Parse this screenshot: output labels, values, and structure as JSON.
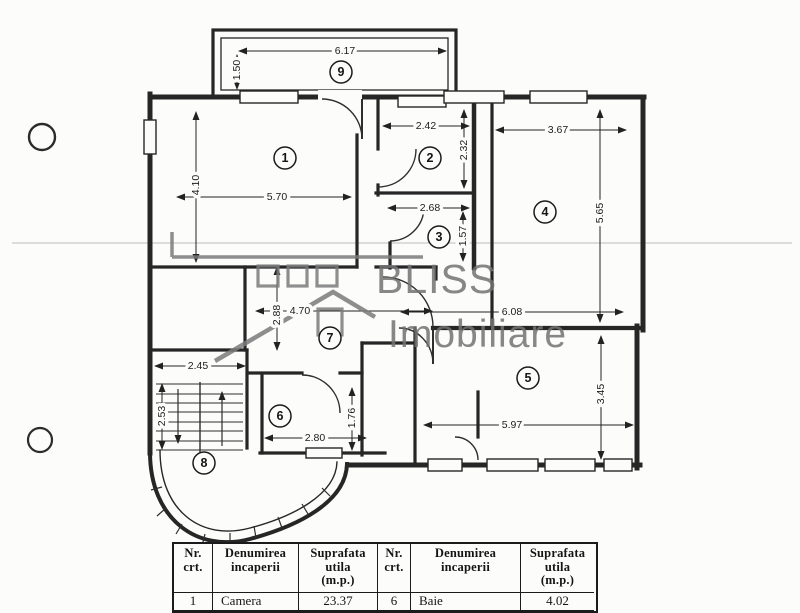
{
  "logo": {
    "name": "BLISS",
    "tagline": "Imobiliare"
  },
  "plan": {
    "room_numbers": [
      "1",
      "2",
      "3",
      "4",
      "5",
      "6",
      "7",
      "8",
      "9"
    ],
    "dims": {
      "room9_width": "6.17",
      "room9_depth": "1.50",
      "room1_height": "4.10",
      "room1_width": "5.70",
      "room2_width": "2.42",
      "room2_height": "2.32",
      "room3_width": "2.68",
      "room3_height": "1.57",
      "room4_width": "3.67",
      "room4_height": "5.65",
      "room5_top_width": "6.08",
      "room5_height": "3.45",
      "room5_bottom_width": "5.97",
      "room6_width": "2.80",
      "room6_height": "1.76",
      "hall_width": "4.70",
      "hall_height": "2.88",
      "stairs_width": "2.45",
      "stairs_height": "2.53"
    }
  },
  "table": {
    "headers": [
      {
        "lines": [
          "Nr.",
          "crt."
        ]
      },
      {
        "lines": [
          "Denumirea",
          "incaperii"
        ]
      },
      {
        "lines": [
          "Suprafata",
          "utila",
          "(m.p.)"
        ]
      },
      {
        "lines": [
          "Nr.",
          "crt."
        ]
      },
      {
        "lines": [
          "Denumirea",
          "incaperii"
        ]
      },
      {
        "lines": [
          "Suprafata",
          "utila",
          "(m.p.)"
        ]
      }
    ],
    "rows": [
      [
        "1",
        "Camera",
        "23.37",
        "6",
        "Baie",
        "4.02"
      ]
    ]
  }
}
